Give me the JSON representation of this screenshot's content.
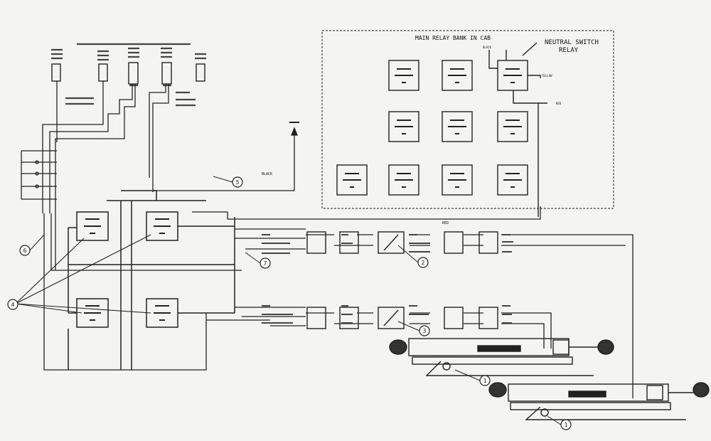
{
  "cab_box": {
    "title": "MAIN RELAY BANK IN CAB",
    "neutral_line1": "NEUTRAL SWITCH",
    "neutral_line2": "RELAY",
    "lbl_black": "BLACK",
    "lbl_yellow": "YELLOW",
    "lbl_red": "RED"
  },
  "wires": {
    "black": "BLACK",
    "red": "RED"
  },
  "callouts": [
    "1",
    "1",
    "2",
    "3",
    "4",
    "5",
    "6",
    "7"
  ]
}
